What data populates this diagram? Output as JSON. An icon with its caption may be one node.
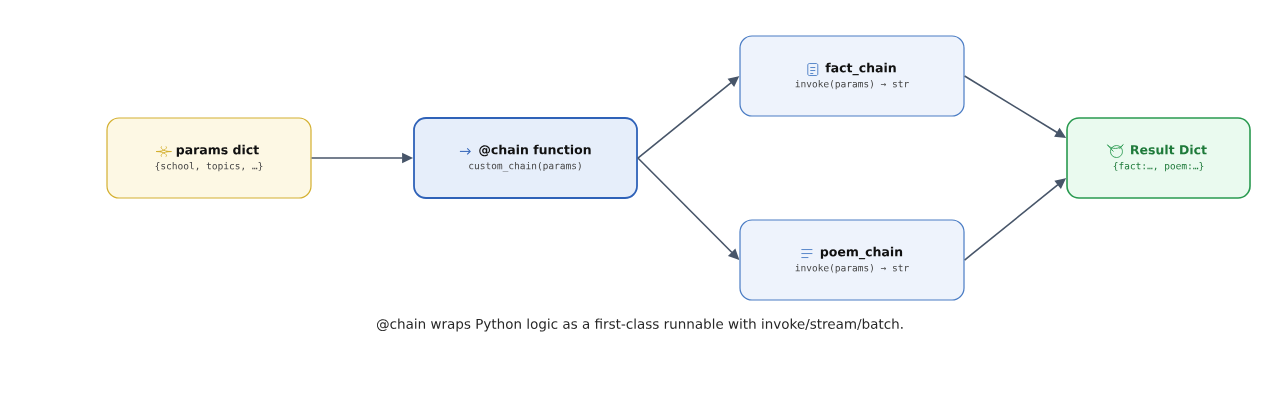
{
  "diagram": {
    "caption": "@chain wraps Python logic as a first-class runnable with invoke/stream/batch.",
    "nodes": [
      {
        "text": [
          "params dict",
          "{school, topics, …}"
        ]
      },
      {
        "text": [
          "@chain function",
          "custom_chain(params)"
        ]
      },
      {
        "text": [
          "fact_chain",
          "invoke(params) → str"
        ]
      },
      {
        "text": [
          "poem_chain",
          "invoke(params) → str"
        ]
      },
      {
        "text": [
          "Result Dict",
          "{fact:…, poem:…}"
        ]
      }
    ],
    "edges": [
      {
        "from": 0,
        "to": 1,
        "arrow": "to"
      },
      {
        "from": 1,
        "to": 2,
        "arrow": "to"
      },
      {
        "from": 1,
        "to": 3,
        "arrow": "to"
      },
      {
        "from": 2,
        "to": 4,
        "arrow": "to"
      },
      {
        "from": 3,
        "to": 4,
        "arrow": "to"
      }
    ]
  }
}
